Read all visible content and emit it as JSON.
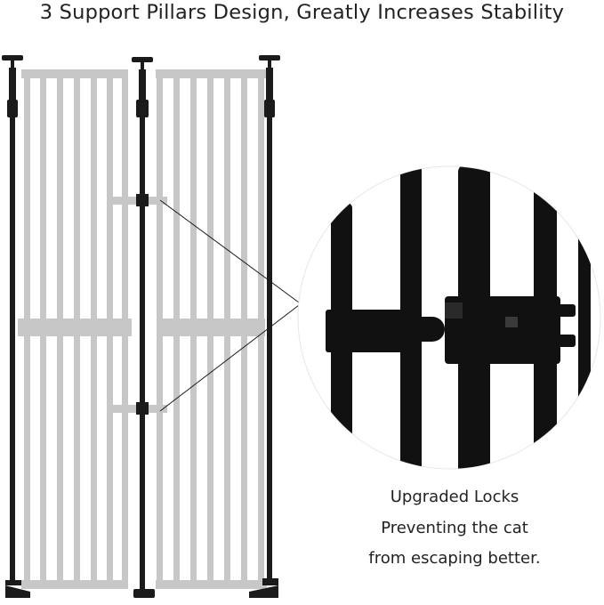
{
  "headline": "3 Support Pillars Design, Greatly Increases Stability",
  "caption": {
    "line1": "Upgraded Locks",
    "line2": "Preventing the cat",
    "line3": "from escaping better."
  },
  "colors": {
    "gate_panel": "#c7c7c7",
    "pillar": "#1b1b1b",
    "text": "#222222",
    "zoom_bar": "#111111",
    "zoom_background": "#ffffff"
  },
  "icons": {
    "zoom": "magnified-lock-detail"
  }
}
